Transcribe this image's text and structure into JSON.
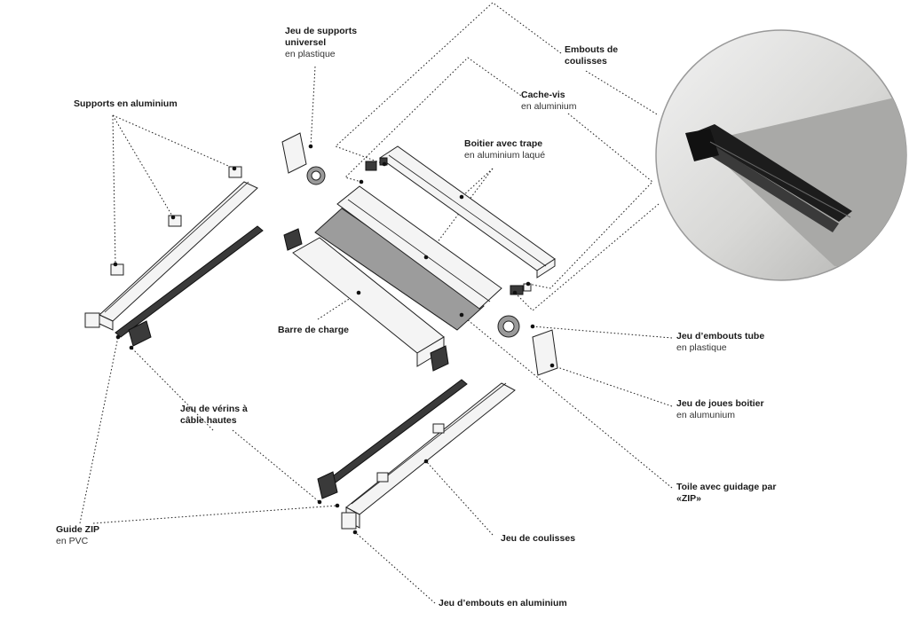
{
  "labels": {
    "supports_alu": {
      "title": "Supports en aluminium"
    },
    "supports_universel": {
      "title": "Jeu de supports\nuniversel",
      "sub": "en plastique"
    },
    "embouts_coulisses": {
      "title": "Embouts de\ncoulisses"
    },
    "cache_vis": {
      "title": "Cache-vis",
      "sub": "en aluminium"
    },
    "boitier": {
      "title": "Boitier avec trape",
      "sub": "en aluminium laqué"
    },
    "barre_charge": {
      "title": "Barre de charge"
    },
    "embouts_tube": {
      "title": "Jeu d’embouts tube",
      "sub": "en plastique"
    },
    "joues_boitier": {
      "title": "Jeu de joues boitier",
      "sub": "en alumunium"
    },
    "verins": {
      "title": "Jeu de vérins à\ncâble hautes"
    },
    "toile": {
      "title": "Toile avec guidage par\n«ZIP»"
    },
    "guide_zip": {
      "title": "Guide ZIP",
      "sub": "en PVC"
    },
    "coulisses": {
      "title": "Jeu de coulisses"
    },
    "embouts_alu": {
      "title": "Jeu d’embouts en aluminium"
    }
  },
  "colors": {
    "line": "#222222",
    "fabric": "#9c9c9c",
    "inset_bg": "#bfbfbd"
  },
  "icons": [
    "exploded-view-illustration",
    "detail-magnifier-inset"
  ]
}
